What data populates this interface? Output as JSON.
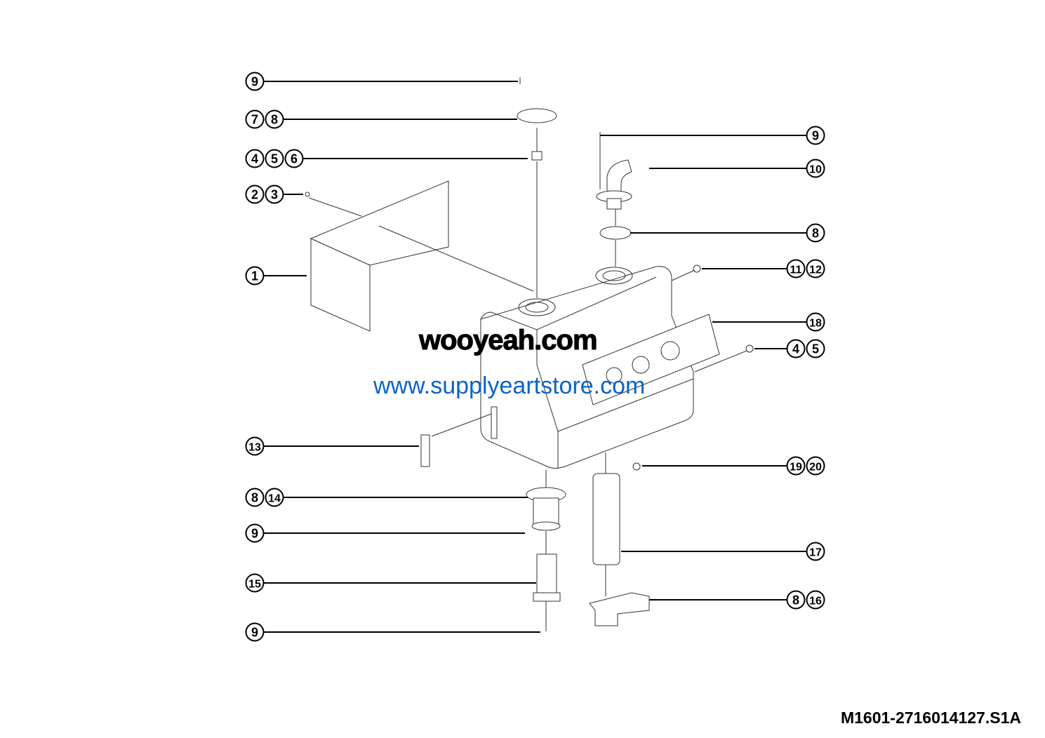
{
  "drawing_code": "M1601-2716014127.S1A",
  "watermarks": [
    "wooyeah.com",
    "www.supplyeartstore.com"
  ],
  "callouts": [
    {
      "side": "left",
      "numbers": [
        "9"
      ]
    },
    {
      "side": "left",
      "numbers": [
        "7",
        "8"
      ]
    },
    {
      "side": "left",
      "numbers": [
        "4",
        "5",
        "6"
      ]
    },
    {
      "side": "left",
      "numbers": [
        "2",
        "3"
      ]
    },
    {
      "side": "left",
      "numbers": [
        "1"
      ]
    },
    {
      "side": "left",
      "numbers": [
        "13"
      ]
    },
    {
      "side": "left",
      "numbers": [
        "8",
        "14"
      ]
    },
    {
      "side": "left",
      "numbers": [
        "9"
      ]
    },
    {
      "side": "left",
      "numbers": [
        "15"
      ]
    },
    {
      "side": "left",
      "numbers": [
        "9"
      ]
    },
    {
      "side": "right",
      "numbers": [
        "9"
      ]
    },
    {
      "side": "right",
      "numbers": [
        "10"
      ]
    },
    {
      "side": "right",
      "numbers": [
        "8"
      ]
    },
    {
      "side": "right",
      "numbers": [
        "11",
        "12"
      ]
    },
    {
      "side": "right",
      "numbers": [
        "18"
      ]
    },
    {
      "side": "right",
      "numbers": [
        "4",
        "5"
      ]
    },
    {
      "side": "right",
      "numbers": [
        "19",
        "20"
      ]
    },
    {
      "side": "right",
      "numbers": [
        "17"
      ]
    },
    {
      "side": "right",
      "numbers": [
        "8",
        "16"
      ]
    }
  ]
}
